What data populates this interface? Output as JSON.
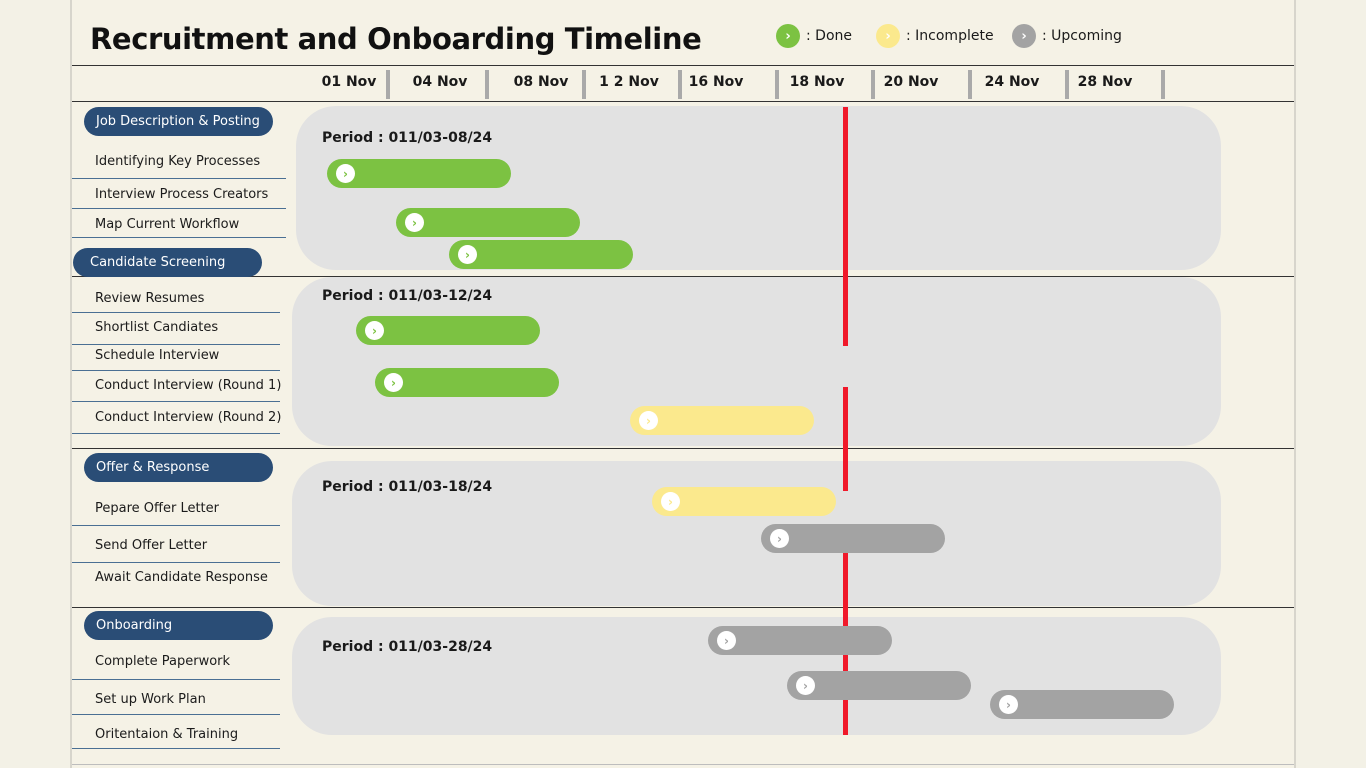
{
  "title": "Recruitment and Onboarding Timeline",
  "legend": [
    {
      "label": ": Done",
      "color": "#7cc242",
      "icon": "chevron-right-icon"
    },
    {
      "label": ": Incomplete",
      "color": "#fbe98d",
      "icon": "chevron-right-icon"
    },
    {
      "label": ": Upcoming",
      "color": "#a3a3a3",
      "icon": "chevron-right-icon"
    }
  ],
  "dates": [
    "01 Nov",
    "04 Nov",
    "08 Nov",
    "1 2 Nov",
    "16 Nov",
    "18 Nov",
    "20 Nov",
    "24 Nov",
    "28 Nov"
  ],
  "colors": {
    "done": "#7cc242",
    "incomplete": "#fbe98d",
    "upcoming": "#a3a3a3",
    "today": "#f0192a",
    "section": "#2a4d76"
  },
  "sections": [
    {
      "label": "Job Description & Posting",
      "period": "Period : 011/03-08/24",
      "tasks": [
        "Identifying Key Processes",
        "Interview Process Creators",
        "Map Current Workflow"
      ]
    },
    {
      "label": "Candidate Screening",
      "period": "Period : 011/03-12/24",
      "tasks": [
        "Review Resumes",
        "Shortlist Candiates",
        "Schedule Interview",
        "Conduct Interview (Round 1)",
        "Conduct Interview (Round 2)"
      ]
    },
    {
      "label": "Offer & Response",
      "period": "Period : 011/03-18/24",
      "tasks": [
        "Pepare Offer Letter",
        "Send Offer Letter",
        "Await Candidate Response"
      ]
    },
    {
      "label": "Onboarding",
      "period": "Period : 011/03-28/24",
      "tasks": [
        "Complete Paperwork",
        "Set up Work Plan",
        "Oritentaion & Training"
      ]
    }
  ],
  "bars": [
    {
      "status": "done",
      "icon": "chevron-right-icon"
    },
    {
      "status": "done",
      "icon": "chevron-right-icon"
    },
    {
      "status": "done",
      "icon": "chevron-right-icon"
    },
    {
      "status": "done",
      "icon": "chevron-right-icon"
    },
    {
      "status": "done",
      "icon": "chevron-right-icon"
    },
    {
      "status": "incomplete",
      "icon": "chevron-right-icon"
    },
    {
      "status": "incomplete",
      "icon": "chevron-right-icon"
    },
    {
      "status": "upcoming",
      "icon": "chevron-right-icon"
    },
    {
      "status": "upcoming",
      "icon": "chevron-right-icon"
    },
    {
      "status": "upcoming",
      "icon": "chevron-right-icon"
    },
    {
      "status": "upcoming",
      "icon": "chevron-right-icon"
    }
  ]
}
